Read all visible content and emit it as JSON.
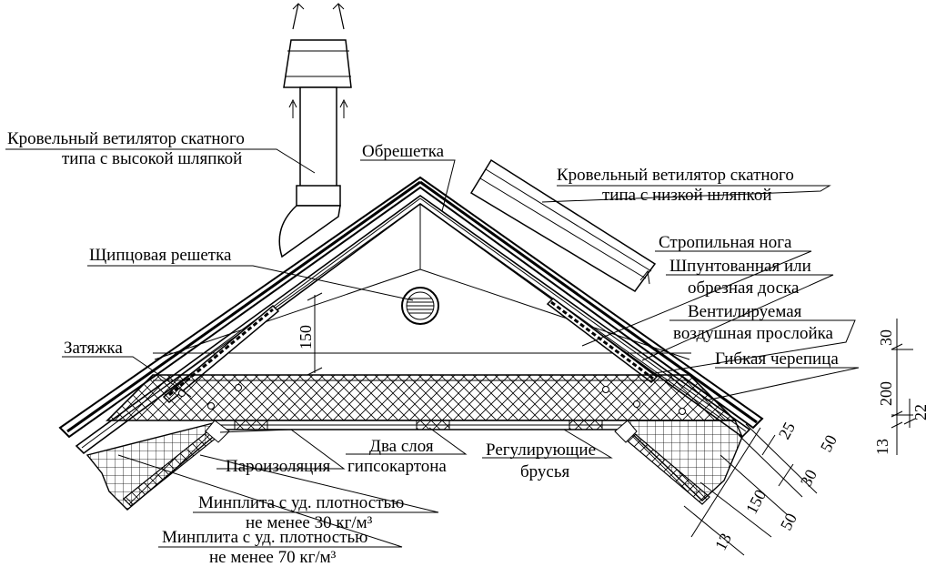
{
  "labels": {
    "fan_high_1": "Кровельный ветилятор скатного",
    "fan_high_2": "типа с высокой шляпкой",
    "obreshetka": "Обрешетка",
    "fan_low_1": "Кровельный ветилятор скатного",
    "fan_low_2": "типа с низкой шляпкой",
    "shchip": "Щипцовая решетка",
    "stropila": "Стропильная нога",
    "doska_1": "Шпунтованная или",
    "doska_2": "обрезная доска",
    "air_1": "Вентилируемая",
    "air_2": "воздушная прослойка",
    "zatyazhka": "Затяжка",
    "cherepitsa": "Гибкая черепица",
    "gips_1": "Два слоя",
    "gips_2": "гипсокартона",
    "brus_1": "Регулирующие",
    "brus_2": "брусья",
    "paroiz": "Пароизоляция",
    "min30_1": "Минплита с уд. плотностью",
    "min30_2": "не менее 30 кг/м³",
    "min70_1": "Минплита с уд. плотностью",
    "min70_2": "не менее 70 кг/м³"
  },
  "dimensions": {
    "d150_gable": "150",
    "r30": "30",
    "r200": "200",
    "r22": "22",
    "r13": "13",
    "s25": "25",
    "s50a": "50",
    "s30": "30",
    "s150": "150",
    "s50b": "50",
    "s13": "13"
  }
}
